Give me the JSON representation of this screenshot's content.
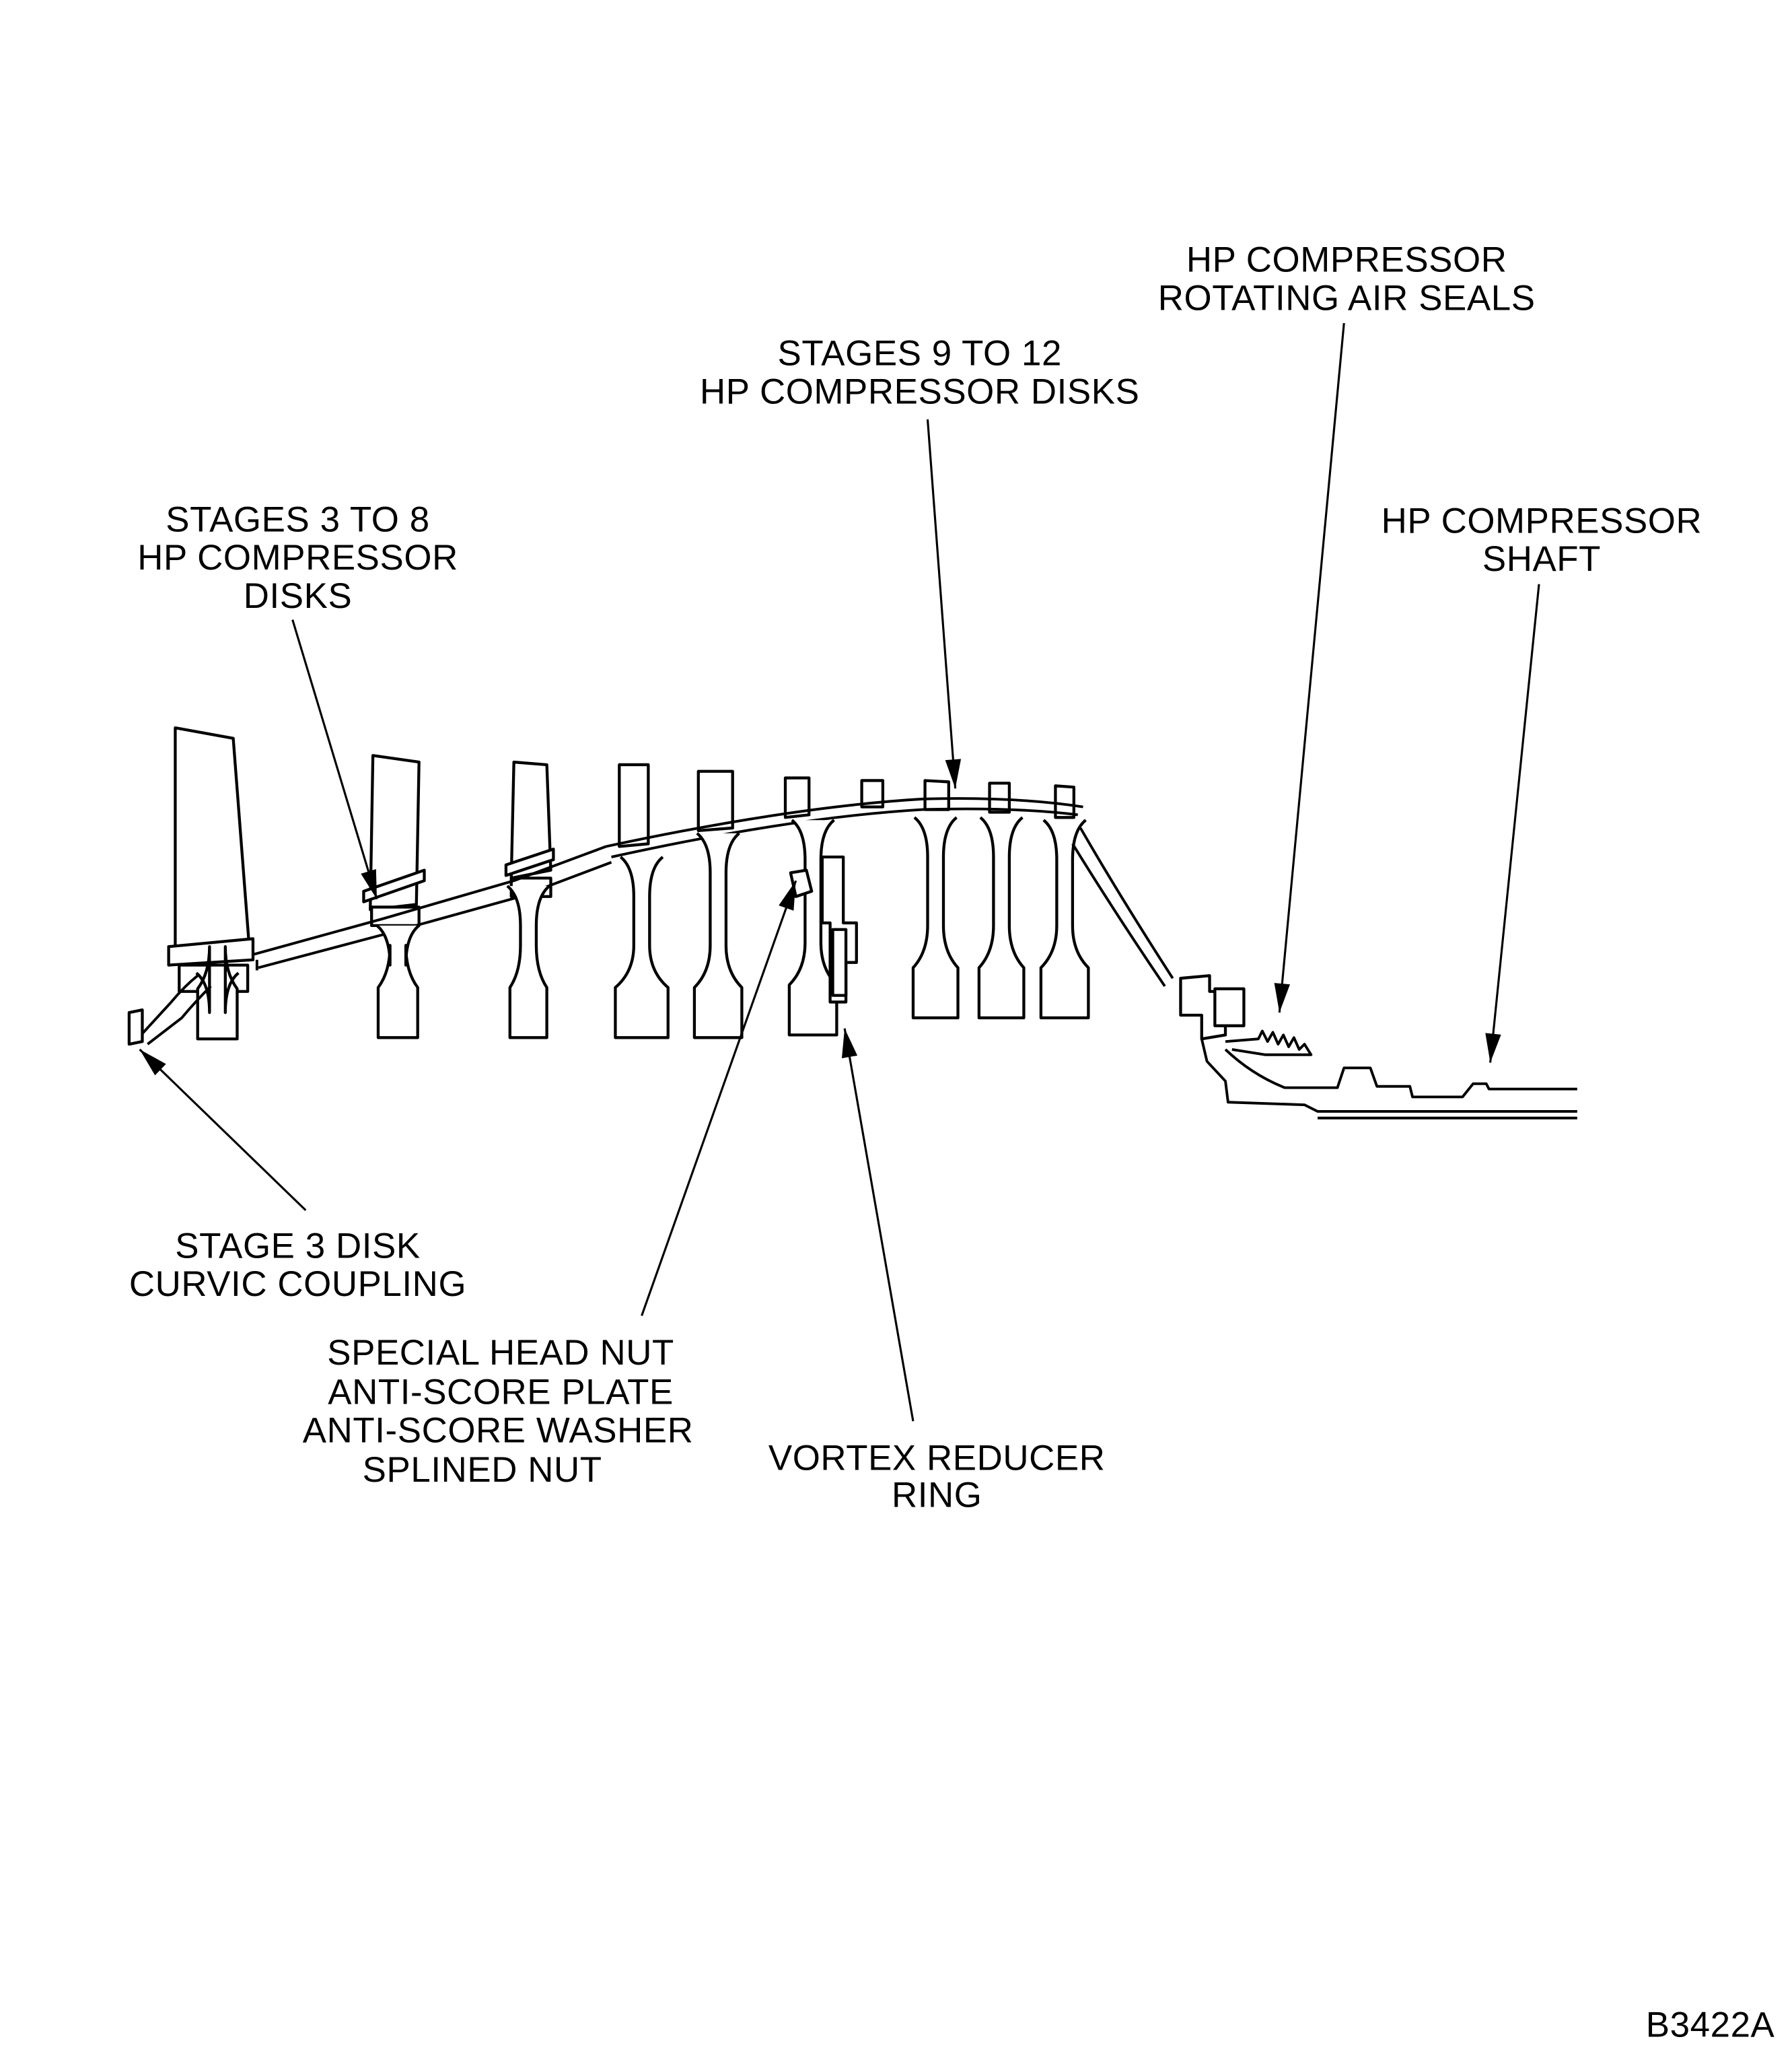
{
  "figure_id": "B3422A",
  "labels": {
    "rotating_air_seals": [
      "HP COMPRESSOR",
      "ROTATING AIR SEALS"
    ],
    "stages_9_12": [
      "STAGES 9 TO 12",
      "HP COMPRESSOR DISKS"
    ],
    "stages_3_8": [
      "STAGES 3 TO 8",
      "HP COMPRESSOR",
      "DISKS"
    ],
    "shaft": [
      "HP COMPRESSOR",
      "SHAFT"
    ],
    "curvic": [
      "STAGE 3 DISK",
      "CURVIC COUPLING"
    ],
    "nut_stack": [
      "SPECIAL HEAD NUT",
      "ANTI-SCORE PLATE",
      "ANTI-SCORE WASHER",
      "SPLINED NUT"
    ],
    "vortex": [
      "VORTEX REDUCER",
      "RING"
    ]
  }
}
